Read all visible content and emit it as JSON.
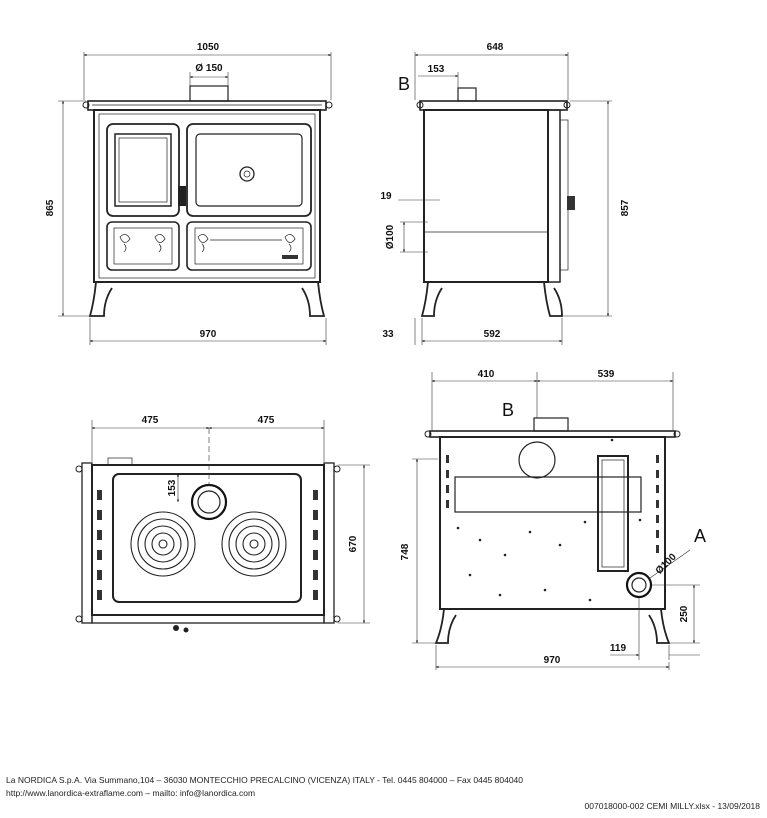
{
  "front_view": {
    "width_top": "1050",
    "flue_diameter": "Ø 150",
    "height": "865",
    "base_width": "970"
  },
  "side_view": {
    "label_b": "B",
    "depth_total": "648",
    "flue_offset": "153",
    "offset_19": "19",
    "air_diameter": "Ø100",
    "height": "857",
    "leg_offset": "33",
    "base_depth": "592"
  },
  "top_view": {
    "left_half": "475",
    "right_half": "475",
    "ring_offset": "153",
    "depth": "670"
  },
  "rear_view": {
    "left_width": "410",
    "right_width": "539",
    "label_b": "B",
    "label_a": "A",
    "air_diameter": "Ø100",
    "height": "748",
    "a_height": "250",
    "a_side_offset": "119",
    "base_width": "970"
  },
  "footer": {
    "company_line": "La NORDICA S.p.A. Via Summano,104 – 36030 MONTECCHIO PRECALCINO (VICENZA) ITALY - Tel. 0445 804000 – Fax 0445 804040",
    "web_line": "http://www.lanordica-extraflame.com – mailto: info@lanordica.com",
    "doc_ref": "007018000-002 CEMI MILLY.xlsx - 13/09/2018"
  }
}
